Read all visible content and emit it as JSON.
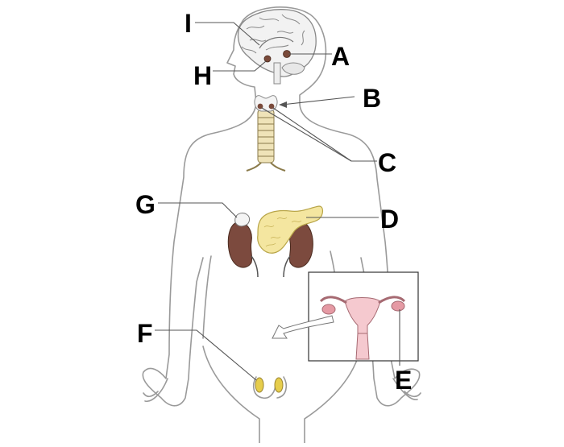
{
  "labels": {
    "I": "I",
    "A": "A",
    "H": "H",
    "B": "B",
    "C": "C",
    "D": "D",
    "G": "G",
    "F": "F",
    "E": "E"
  },
  "colors": {
    "outline": "#9a9a9a",
    "brain": "#f2f2f2",
    "gland_dark": "#7a4a3a",
    "kidney": "#7c4a3e",
    "pancreas": "#f4e6a0",
    "uterus": "#f5c9cf",
    "ovary": "#e59aa4",
    "testes": "#e6cd4c"
  }
}
